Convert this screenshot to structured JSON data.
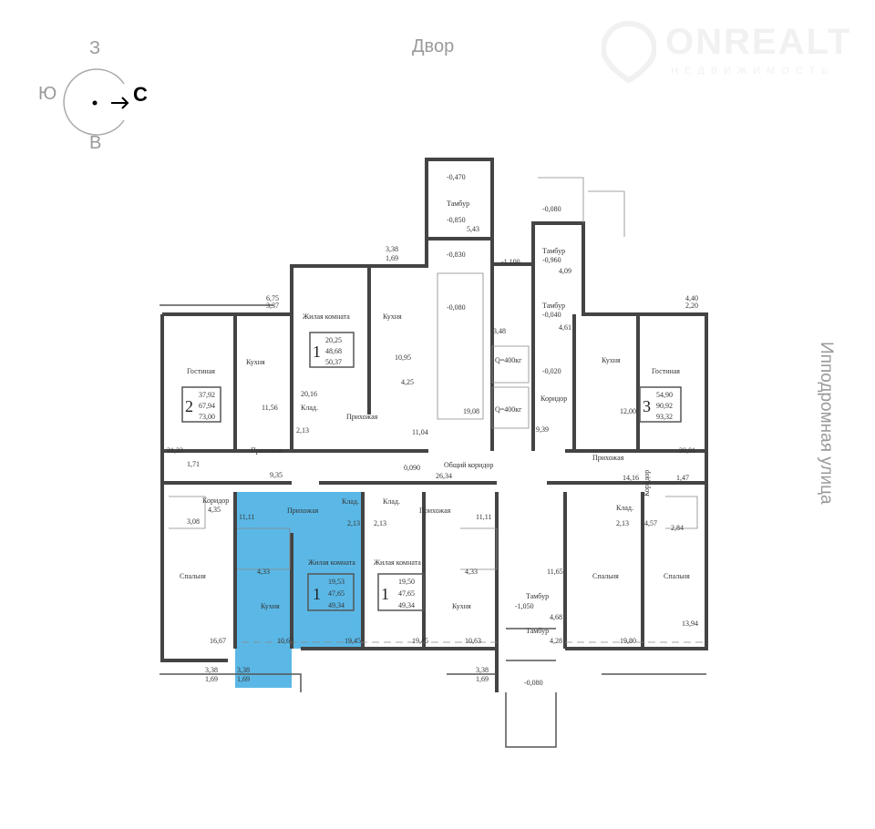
{
  "compass": {
    "north": "С",
    "south": "Ю",
    "west": "З",
    "east": "В"
  },
  "courtyard_label": "Двор",
  "street_label": "Ипподромная улица",
  "watermark": {
    "title": "ONREALT",
    "subtitle": "НЕДВИЖИМОСТЬ"
  },
  "colors": {
    "highlight": "#5bb8e6",
    "wall": "#444444"
  },
  "plan": {
    "apt_left_top": {
      "room": "Гостиная",
      "kitchen": "Кухня",
      "hall": "Прихожая",
      "rooms": "2",
      "areas": [
        "37,92",
        "67,94",
        "73,00"
      ],
      "dims": [
        "11,56",
        "21,22",
        "6,75",
        "3,37",
        "1,71"
      ]
    },
    "apt_center_top": {
      "room": "Жилая комната",
      "kitchen": "Кухня",
      "hall": "Прихожая",
      "storage": "Клад.",
      "rooms": "1",
      "areas": [
        "20,25",
        "48,68",
        "50,37"
      ],
      "dims": [
        "10,95",
        "4,25",
        "20,16",
        "2,13",
        "11,04",
        "3,38",
        "1,69"
      ]
    },
    "stairs": {
      "vestibule": "Тамбур",
      "corridor": "Коридор",
      "common_corridor": "Общий коридор",
      "lift1": "Q=400кг",
      "lift2": "Q=400кг",
      "levels": [
        "-0,470",
        "-0,850",
        "-0,830",
        "-0,080",
        "-1,100",
        "-0,080",
        "-0,960",
        "-0,040",
        "-0,020",
        "-1,050",
        "-0,080"
      ],
      "dims": [
        "5,43",
        "19,08",
        "4,09",
        "4,61",
        "3,48",
        "9,39",
        "0,090",
        "26,34"
      ]
    },
    "apt_right_top": {
      "room": "Гостиная",
      "kitchen": "Кухня",
      "hall": "Прихожая",
      "rooms": "3",
      "areas": [
        "54,90",
        "90,92",
        "93,32"
      ],
      "dims": [
        "12,00",
        "20,01",
        "4,40",
        "2,20",
        "14,16",
        "1,47"
      ]
    },
    "apt_left_bottom": {
      "room": "Спальня",
      "corridor": "Коридор",
      "dims": [
        "4,35",
        "3,08",
        "16,67",
        "3,38",
        "1,69",
        "9,35"
      ]
    },
    "apt_selected": {
      "room": "Жилая комната",
      "kitchen": "Кухня",
      "hall": "Прихожая",
      "storage": "Клад.",
      "rooms": "1",
      "areas": [
        "19,53",
        "47,65",
        "49,34"
      ],
      "dims": [
        "11,11",
        "2,13",
        "4,33",
        "10,63",
        "19,45",
        "3,38",
        "1,69"
      ]
    },
    "apt_center_bottom": {
      "room": "Жилая комната",
      "kitchen": "Кухня",
      "hall": "Прихожая",
      "storage": "Клад.",
      "rooms": "1",
      "areas": [
        "19,50",
        "47,65",
        "49,34"
      ],
      "dims": [
        "2,13",
        "11,11",
        "4,33",
        "19,45",
        "10,63",
        "3,38",
        "1,69"
      ]
    },
    "entrance": {
      "vestibule1": "Тамбур",
      "vestibule2": "Тамбур",
      "dims": [
        "11,65",
        "4,68",
        "4,28"
      ]
    },
    "apt_right_bottom": {
      "room1": "Спальня",
      "room2": "Спальня",
      "storage": "Клад.",
      "corridor": "Коридор",
      "dims": [
        "2,13",
        "4,57",
        "2,84",
        "19,80",
        "13,94"
      ]
    }
  }
}
